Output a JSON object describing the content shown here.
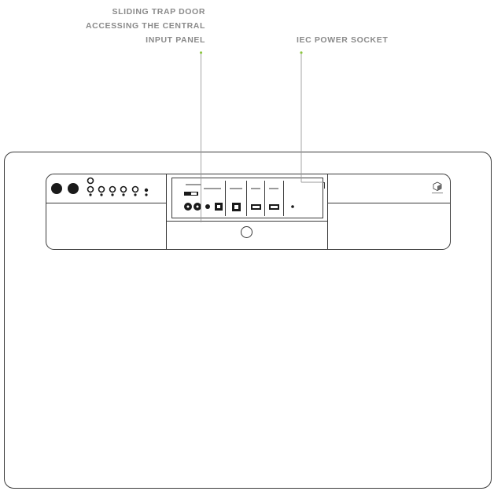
{
  "callouts": {
    "trap_door": {
      "line1": "SLIDING TRAP DOOR",
      "line2": "ACCESSING THE CENTRAL",
      "line3": "INPUT PANEL"
    },
    "iec": {
      "label": "IEC POWER SOCKET"
    }
  },
  "colors": {
    "outline": "#3a3a3a",
    "leader_line": "#9a9a9a",
    "leader_dot": "#8cc63f",
    "text": "#8a8a8a"
  }
}
